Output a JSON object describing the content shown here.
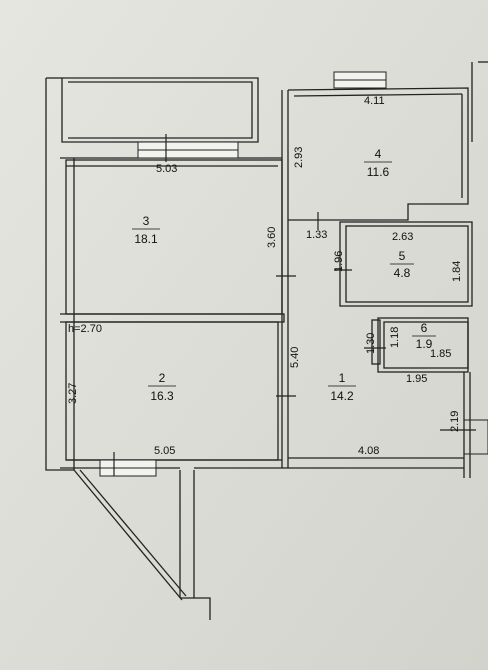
{
  "plan": {
    "ceiling_height": "h=2.70",
    "rooms": [
      {
        "id": "3",
        "number": "3",
        "area": "18.1"
      },
      {
        "id": "2",
        "number": "2",
        "area": "16.3"
      },
      {
        "id": "4",
        "number": "4",
        "area": "11.6"
      },
      {
        "id": "5",
        "number": "5",
        "area": "4.8"
      },
      {
        "id": "6",
        "number": "6",
        "area": "1.9"
      },
      {
        "id": "1",
        "number": "1",
        "area": "14.2"
      }
    ],
    "dimensions": [
      "5.03",
      "3.60",
      "4.11",
      "2.93",
      "1.33",
      "1.96",
      "2.63",
      "1.84",
      "5.40",
      "1.30",
      "1.18",
      "1.85",
      "1.95",
      "3.27",
      "5.05",
      "4.08",
      "2.19"
    ]
  }
}
